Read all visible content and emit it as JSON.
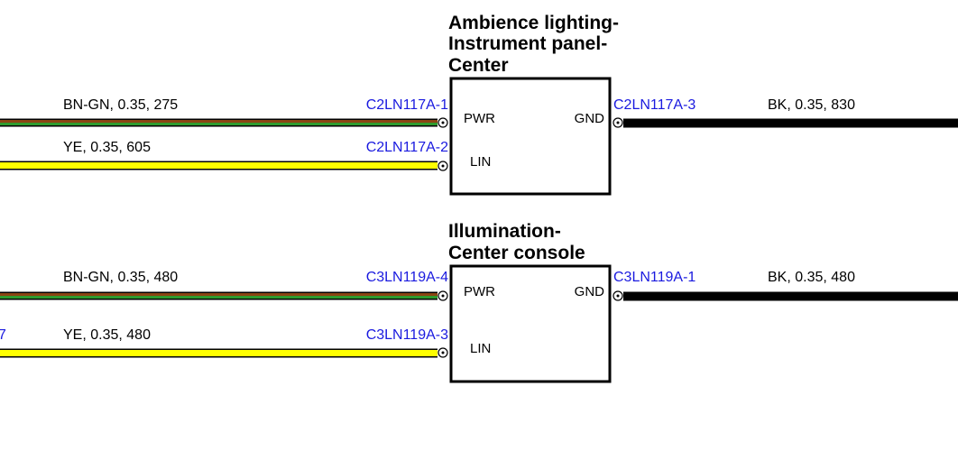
{
  "components": [
    {
      "title_lines": [
        "Ambience lighting-",
        "Instrument panel-",
        "Center"
      ],
      "pins": {
        "pwr": "PWR",
        "lin": "LIN",
        "gnd": "GND"
      },
      "connectors": {
        "pwr": "C2LN117A-1",
        "lin": "C2LN117A-2",
        "gnd": "C2LN117A-3"
      },
      "wires": {
        "pwr": {
          "label": "BN-GN,  0.35,  275",
          "colors": [
            "#8b4513",
            "#2e9b2e"
          ]
        },
        "lin": {
          "label": "YE,  0.35,  605",
          "colors": [
            "#ffff00"
          ]
        },
        "gnd": {
          "label": "BK,  0.35,  830",
          "colors": [
            "#000000"
          ]
        }
      }
    },
    {
      "title_lines": [
        "Illumination-",
        "Center console"
      ],
      "pins": {
        "pwr": "PWR",
        "lin": "LIN",
        "gnd": "GND"
      },
      "connectors": {
        "pwr": "C3LN119A-4",
        "lin": "C3LN119A-3",
        "gnd": "C3LN119A-1"
      },
      "left_cut_label": "7",
      "wires": {
        "pwr": {
          "label": "BN-GN,  0.35,  480",
          "colors": [
            "#8b4513",
            "#2e9b2e"
          ]
        },
        "lin": {
          "label": "YE,  0.35,  480",
          "colors": [
            "#ffff00"
          ]
        },
        "gnd": {
          "label": "BK,  0.35,  480",
          "colors": [
            "#000000"
          ]
        }
      }
    }
  ]
}
